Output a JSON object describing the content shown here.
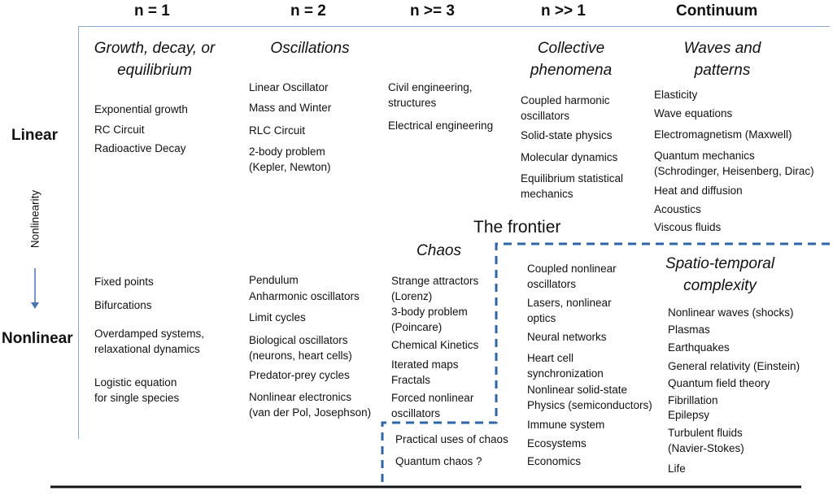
{
  "columns": [
    "n = 1",
    "n = 2",
    "n >= 3",
    "n >> 1",
    "Continuum"
  ],
  "rows": {
    "linear": "Linear",
    "nonlinear": "Nonlinear"
  },
  "axis_label": "Nonlinearity",
  "frontier_label": "The frontier",
  "sections": {
    "growth": [
      "Growth, decay, or",
      "equilibrium"
    ],
    "oscillations": [
      "Oscillations"
    ],
    "collective": [
      "Collective",
      "phenomena"
    ],
    "waves": [
      "Waves and",
      "patterns"
    ],
    "chaos": [
      "Chaos"
    ],
    "spatio": [
      "Spatio-temporal",
      "complexity"
    ]
  },
  "items": {
    "lin_n1": [
      {
        "lines": [
          "Exponential growth"
        ]
      },
      {
        "lines": [
          "RC Circuit"
        ]
      },
      {
        "lines": [
          "Radioactive Decay"
        ]
      }
    ],
    "lin_n2": [
      {
        "lines": [
          "Linear Oscillator"
        ]
      },
      {
        "lines": [
          "Mass and Winter"
        ]
      },
      {
        "lines": [
          "RLC Circuit"
        ]
      },
      {
        "lines": [
          "2-body problem",
          "(Kepler, Newton)"
        ]
      }
    ],
    "lin_n3": [
      {
        "lines": [
          "Civil engineering,",
          "structures"
        ]
      },
      {
        "lines": [
          "Electrical engineering"
        ]
      }
    ],
    "lin_nmany": [
      {
        "lines": [
          "Coupled harmonic",
          "oscillators"
        ]
      },
      {
        "lines": [
          "Solid-state physics"
        ]
      },
      {
        "lines": [
          "Molecular dynamics"
        ]
      },
      {
        "lines": [
          "Equilibrium statistical",
          "mechanics"
        ]
      }
    ],
    "lin_cont": [
      {
        "lines": [
          "Elasticity"
        ]
      },
      {
        "lines": [
          "Wave equations"
        ]
      },
      {
        "lines": [
          "Electromagnetism (Maxwell)"
        ]
      },
      {
        "lines": [
          "Quantum mechanics",
          "(Schrodinger, Heisenberg, Dirac)"
        ]
      },
      {
        "lines": [
          "Heat and diffusion"
        ]
      },
      {
        "lines": [
          "Acoustics"
        ]
      },
      {
        "lines": [
          "Viscous fluids"
        ]
      }
    ],
    "nl_n1": [
      {
        "lines": [
          "Fixed points"
        ]
      },
      {
        "lines": [
          "Bifurcations"
        ]
      },
      {
        "lines": [
          "Overdamped systems,",
          "relaxational dynamics"
        ]
      },
      {
        "lines": [
          "Logistic equation",
          "for single species"
        ]
      }
    ],
    "nl_n2": [
      {
        "lines": [
          "Pendulum"
        ]
      },
      {
        "lines": [
          "Anharmonic oscillators"
        ]
      },
      {
        "lines": [
          "Limit cycles"
        ]
      },
      {
        "lines": [
          "Biological oscillators",
          "(neurons, heart cells)"
        ]
      },
      {
        "lines": [
          "Predator-prey cycles"
        ]
      },
      {
        "lines": [
          "Nonlinear electronics",
          "(van der Pol, Josephson)"
        ]
      }
    ],
    "nl_n3": [
      {
        "lines": [
          "Strange attractors",
          "(Lorenz)"
        ]
      },
      {
        "lines": [
          "3-body problem",
          "(Poincare)"
        ]
      },
      {
        "lines": [
          "Chemical Kinetics"
        ]
      },
      {
        "lines": [
          "Iterated maps"
        ]
      },
      {
        "lines": [
          "Fractals"
        ]
      },
      {
        "lines": [
          "Forced nonlinear",
          "oscillators"
        ]
      }
    ],
    "nl_n3_frontier": [
      {
        "lines": [
          "Practical uses of chaos"
        ]
      },
      {
        "lines": [
          "Quantum chaos ?"
        ]
      }
    ],
    "nl_nmany": [
      {
        "lines": [
          "Coupled nonlinear",
          "oscillators"
        ]
      },
      {
        "lines": [
          "Lasers, nonlinear",
          "optics"
        ]
      },
      {
        "lines": [
          "Neural networks"
        ]
      },
      {
        "lines": [
          "Heart cell",
          "synchronization"
        ]
      },
      {
        "lines": [
          "Nonlinear solid-state",
          "Physics (semiconductors)"
        ]
      },
      {
        "lines": [
          "Immune system"
        ]
      },
      {
        "lines": [
          "Ecosystems"
        ]
      },
      {
        "lines": [
          "Economics"
        ]
      }
    ],
    "nl_cont": [
      {
        "lines": [
          "Nonlinear waves (shocks)"
        ]
      },
      {
        "lines": [
          "Plasmas"
        ]
      },
      {
        "lines": [
          "Earthquakes"
        ]
      },
      {
        "lines": [
          "General relativity (Einstein)"
        ]
      },
      {
        "lines": [
          "Quantum field theory"
        ]
      },
      {
        "lines": [
          "Fibrillation"
        ]
      },
      {
        "lines": [
          "Epilepsy"
        ]
      },
      {
        "lines": [
          "Turbulent fluids",
          "(Navier-Stokes)"
        ]
      },
      {
        "lines": [
          "Life"
        ]
      }
    ]
  },
  "colors": {
    "grid_line": "#8ea9d1",
    "frontier_dash": "#2e64a8",
    "axis_arrow": "#4a74b3",
    "base_line": "#111111"
  }
}
